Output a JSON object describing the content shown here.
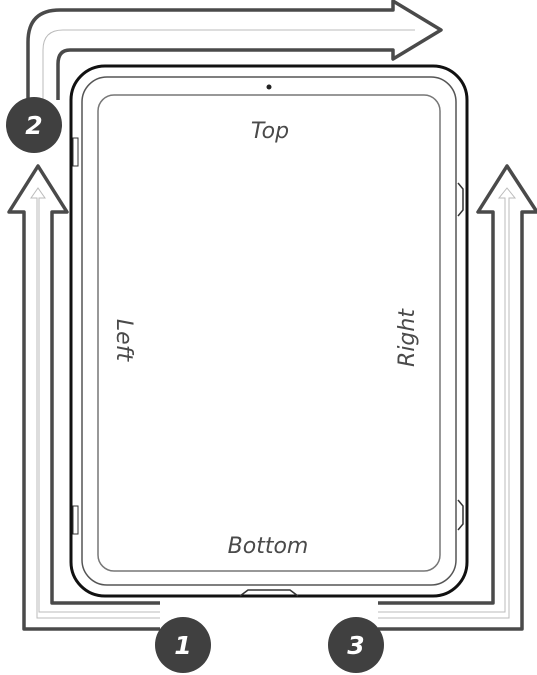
{
  "labels": {
    "top": "Top",
    "bottom": "Bottom",
    "left": "Left",
    "right": "Right"
  },
  "steps": [
    {
      "number": "1"
    },
    {
      "number": "2"
    },
    {
      "number": "3"
    }
  ],
  "colors": {
    "arrow_stroke": "#4a4a4a",
    "badge_fill": "#404040",
    "device_outline": "#111111"
  }
}
